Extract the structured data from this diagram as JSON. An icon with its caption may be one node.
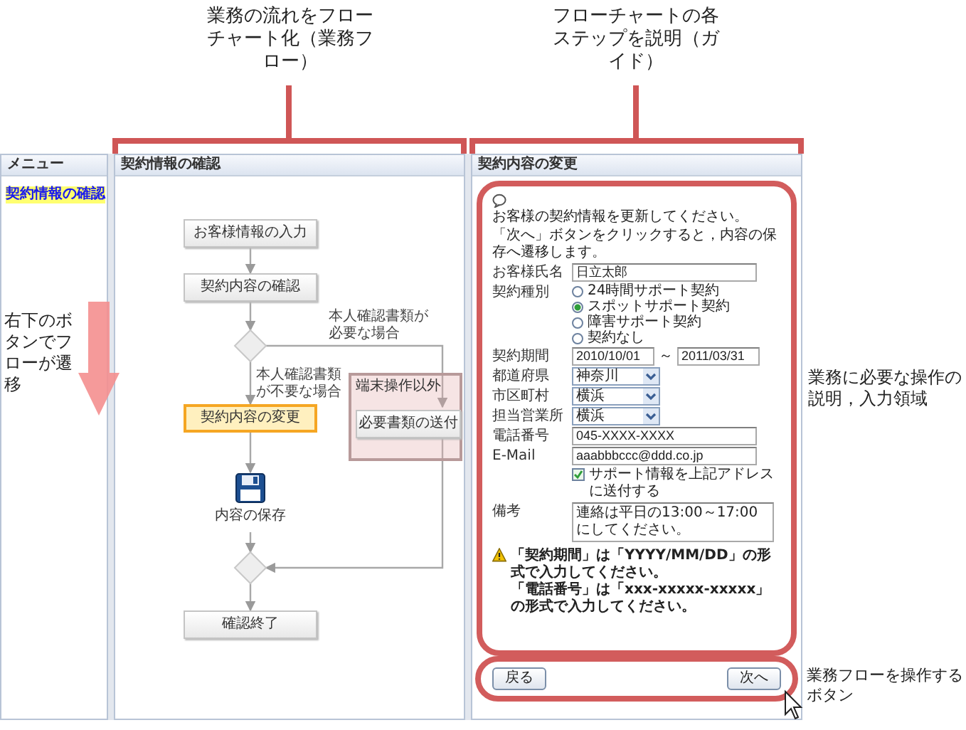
{
  "diagram": {
    "nodes": [
      {
        "text": [
          "お客様情報の入力"
        ]
      },
      {
        "text": [
          "契約内容の確認"
        ]
      },
      {
        "text": [],
        "shape": "diamond"
      },
      {
        "text": [
          "契約内容の変更"
        ]
      },
      {
        "text": [
          "端末操作以外"
        ]
      },
      {
        "text": [
          "必要書類の送付"
        ],
        "in": 4
      },
      {
        "text": [
          "内容の保存"
        ]
      },
      {
        "text": [],
        "shape": "diamond"
      },
      {
        "text": [
          "確認終了"
        ]
      }
    ],
    "edges": [
      {
        "from": 0,
        "to": 1,
        "arrow": "to"
      },
      {
        "from": 1,
        "to": 2,
        "arrow": "to"
      },
      {
        "from": 2,
        "to": 3,
        "arrow": "to",
        "label": "本人確認書類が不要な場合"
      },
      {
        "from": 2,
        "to": 5,
        "arrow": "to",
        "label": "本人確認書類が必要な場合"
      },
      {
        "from": 3,
        "to": 6,
        "arrow": "to"
      },
      {
        "from": 6,
        "to": 7,
        "arrow": "to"
      },
      {
        "from": 5,
        "to": 7,
        "arrow": "to"
      },
      {
        "from": 7,
        "to": 8,
        "arrow": "to"
      }
    ],
    "labels": [
      "業務の流れをフローチャート化（業務フロー）",
      "フローチャートの各ステップを説明（ガイド）",
      "メニュー",
      "契約情報の確認",
      "契約情報の確認",
      "契約内容の変更",
      "右下のボタンでフローが遷移",
      "お客様の契約情報を更新してください。",
      "「次へ」ボタンをクリックすると，内容の保存へ遷移します。",
      "お客様氏名",
      "日立太郎",
      "契約種別",
      "24時間サポート契約",
      "スポットサポート契約",
      "障害サポート契約",
      "契約なし",
      "契約期間",
      "2010/10/01",
      "～",
      "2011/03/31",
      "都道府県",
      "神奈川",
      "市区町村",
      "横浜",
      "担当営業所",
      "横浜",
      "電話番号",
      "045-XXXX-XXXX",
      "E-Mail",
      "aaabbbccc@ddd.co.jp",
      "サポート情報を上記アドレスに送付する",
      "備考",
      "連絡は平日の13:00～17:00にしてください。",
      "「契約期間」は「YYYY/MM/DD」の形式で入力してください。",
      "「電話番号」は「xxx-xxxxx-xxxxx」の形式で入力してください。",
      "業務に必要な操作の説明，入力領域",
      "戻る",
      "次へ",
      "業務フローを操作するボタン"
    ]
  }
}
